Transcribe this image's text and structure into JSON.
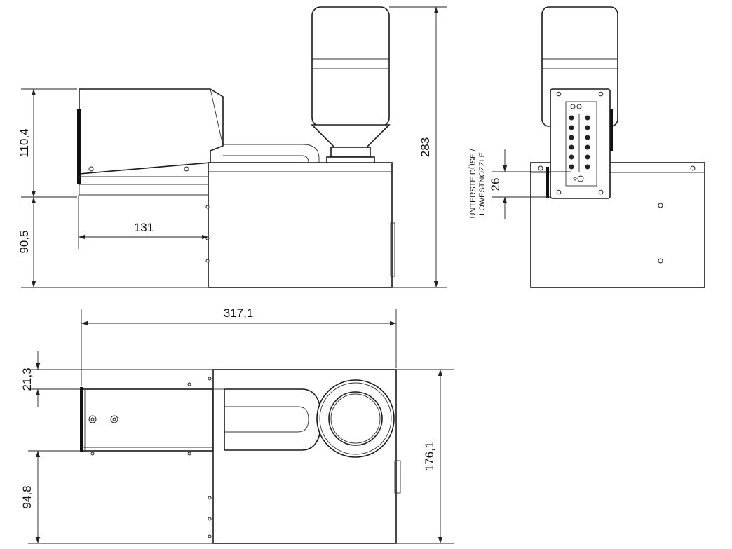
{
  "dimensions": {
    "side_upper_height": "110,4",
    "side_lower_height": "90,5",
    "side_offset": "131",
    "total_height": "283",
    "front_nozzle_height": "26",
    "top_total_width": "317,1",
    "top_offset": "21,3",
    "top_lower": "94,8",
    "top_depth": "176,1"
  },
  "labels": {
    "nozzle_line1": "UNTERSTE DÜSE /",
    "nozzle_line2": "LOWESTNOZZLE"
  }
}
